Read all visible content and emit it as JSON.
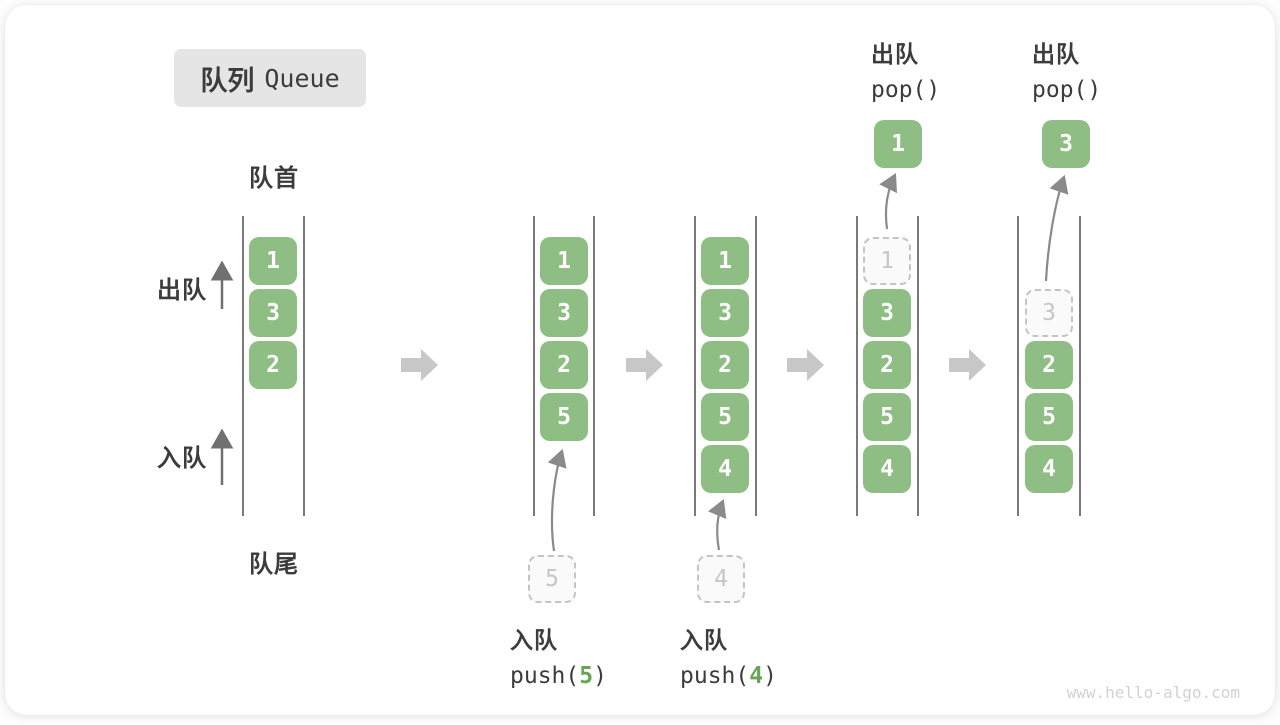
{
  "title": {
    "zh": "队列",
    "en": "Queue"
  },
  "side_labels": {
    "front": "队首",
    "rear": "队尾",
    "dequeue": "出队",
    "enqueue": "入队"
  },
  "queues": [
    {
      "cells": [
        "1",
        "3",
        "2"
      ]
    },
    {
      "cells": [
        "1",
        "3",
        "2",
        "5"
      ],
      "incoming": "5"
    },
    {
      "cells": [
        "1",
        "3",
        "2",
        "5",
        "4"
      ],
      "incoming": "4"
    },
    {
      "ghost": "1",
      "cells": [
        "3",
        "2",
        "5",
        "4"
      ],
      "popped": "1"
    },
    {
      "ghost": "3",
      "cells": [
        "2",
        "5",
        "4"
      ],
      "popped": "3"
    }
  ],
  "annotations": {
    "enqueue": [
      {
        "action": "入队",
        "code_open": "push(",
        "arg": "5",
        "code_close": ")"
      },
      {
        "action": "入队",
        "code_open": "push(",
        "arg": "4",
        "code_close": ")"
      }
    ],
    "dequeue": [
      {
        "action": "出队",
        "code": "pop()"
      },
      {
        "action": "出队",
        "code": "pop()"
      }
    ]
  },
  "watermark": "www.hello-algo.com",
  "colors": {
    "box-green": "#8ebe84",
    "arg-green": "#67a455",
    "text-dark": "#3c3c3c",
    "rail": "#4d4d4d",
    "flow-arrow": "#c7c7c7",
    "thin-arrow": "#8a8a8a",
    "side-arrow": "#707070",
    "ghost-border": "#c4c4c4",
    "ghost-text": "#c6c6c6",
    "badge-bg": "#e5e5e5",
    "watermark": "#d2d2d2"
  }
}
